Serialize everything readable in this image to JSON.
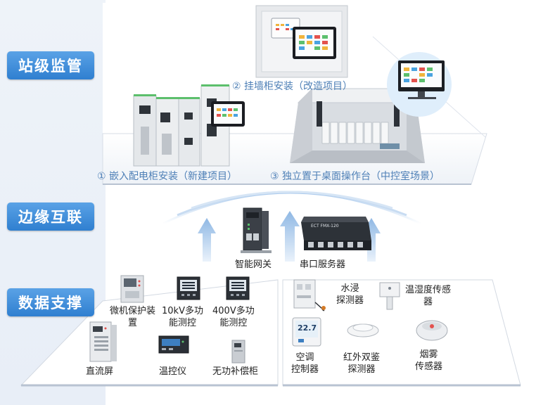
{
  "layers": {
    "station": "站级监管",
    "edge": "边缘互联",
    "data": "数据支撑"
  },
  "station_captions": {
    "wall": "② 挂墙柜安装（改造项目）",
    "embedded": "① 嵌入配电柜安装（新建项目）",
    "desk": "③ 独立置于桌面操作台（中控室场景）"
  },
  "edge_devices": {
    "gateway": "智能网关",
    "serial": "串口服务器",
    "serial_model": "ECT   FMX-120"
  },
  "left_devices": {
    "relay_l1": "微机保护装",
    "relay_l2": "置",
    "m10kv_l1": "10kV多功",
    "m10kv_l2": "能测控",
    "m400v_l1": "400V多功",
    "m400v_l2": "能测控",
    "dc": "直流屏",
    "temp": "温控仪",
    "reactive": "无功补偿柜"
  },
  "right_devices": {
    "water_l1": "水浸",
    "water_l2": "探测器",
    "thsensor_l1": "温湿度传感",
    "thsensor_l2": "器",
    "ac_l1": "空调",
    "ac_l2": "控制器",
    "ir_l1": "红外双鉴",
    "ir_l2": "探测器",
    "smoke_l1": "烟雾",
    "smoke_l2": "传感器",
    "ac_display": "22.7"
  },
  "colors": {
    "label_blue": "#3a87d6",
    "caption_blue": "#4d7fb6",
    "arrow_blue": "#b9d3ee"
  }
}
